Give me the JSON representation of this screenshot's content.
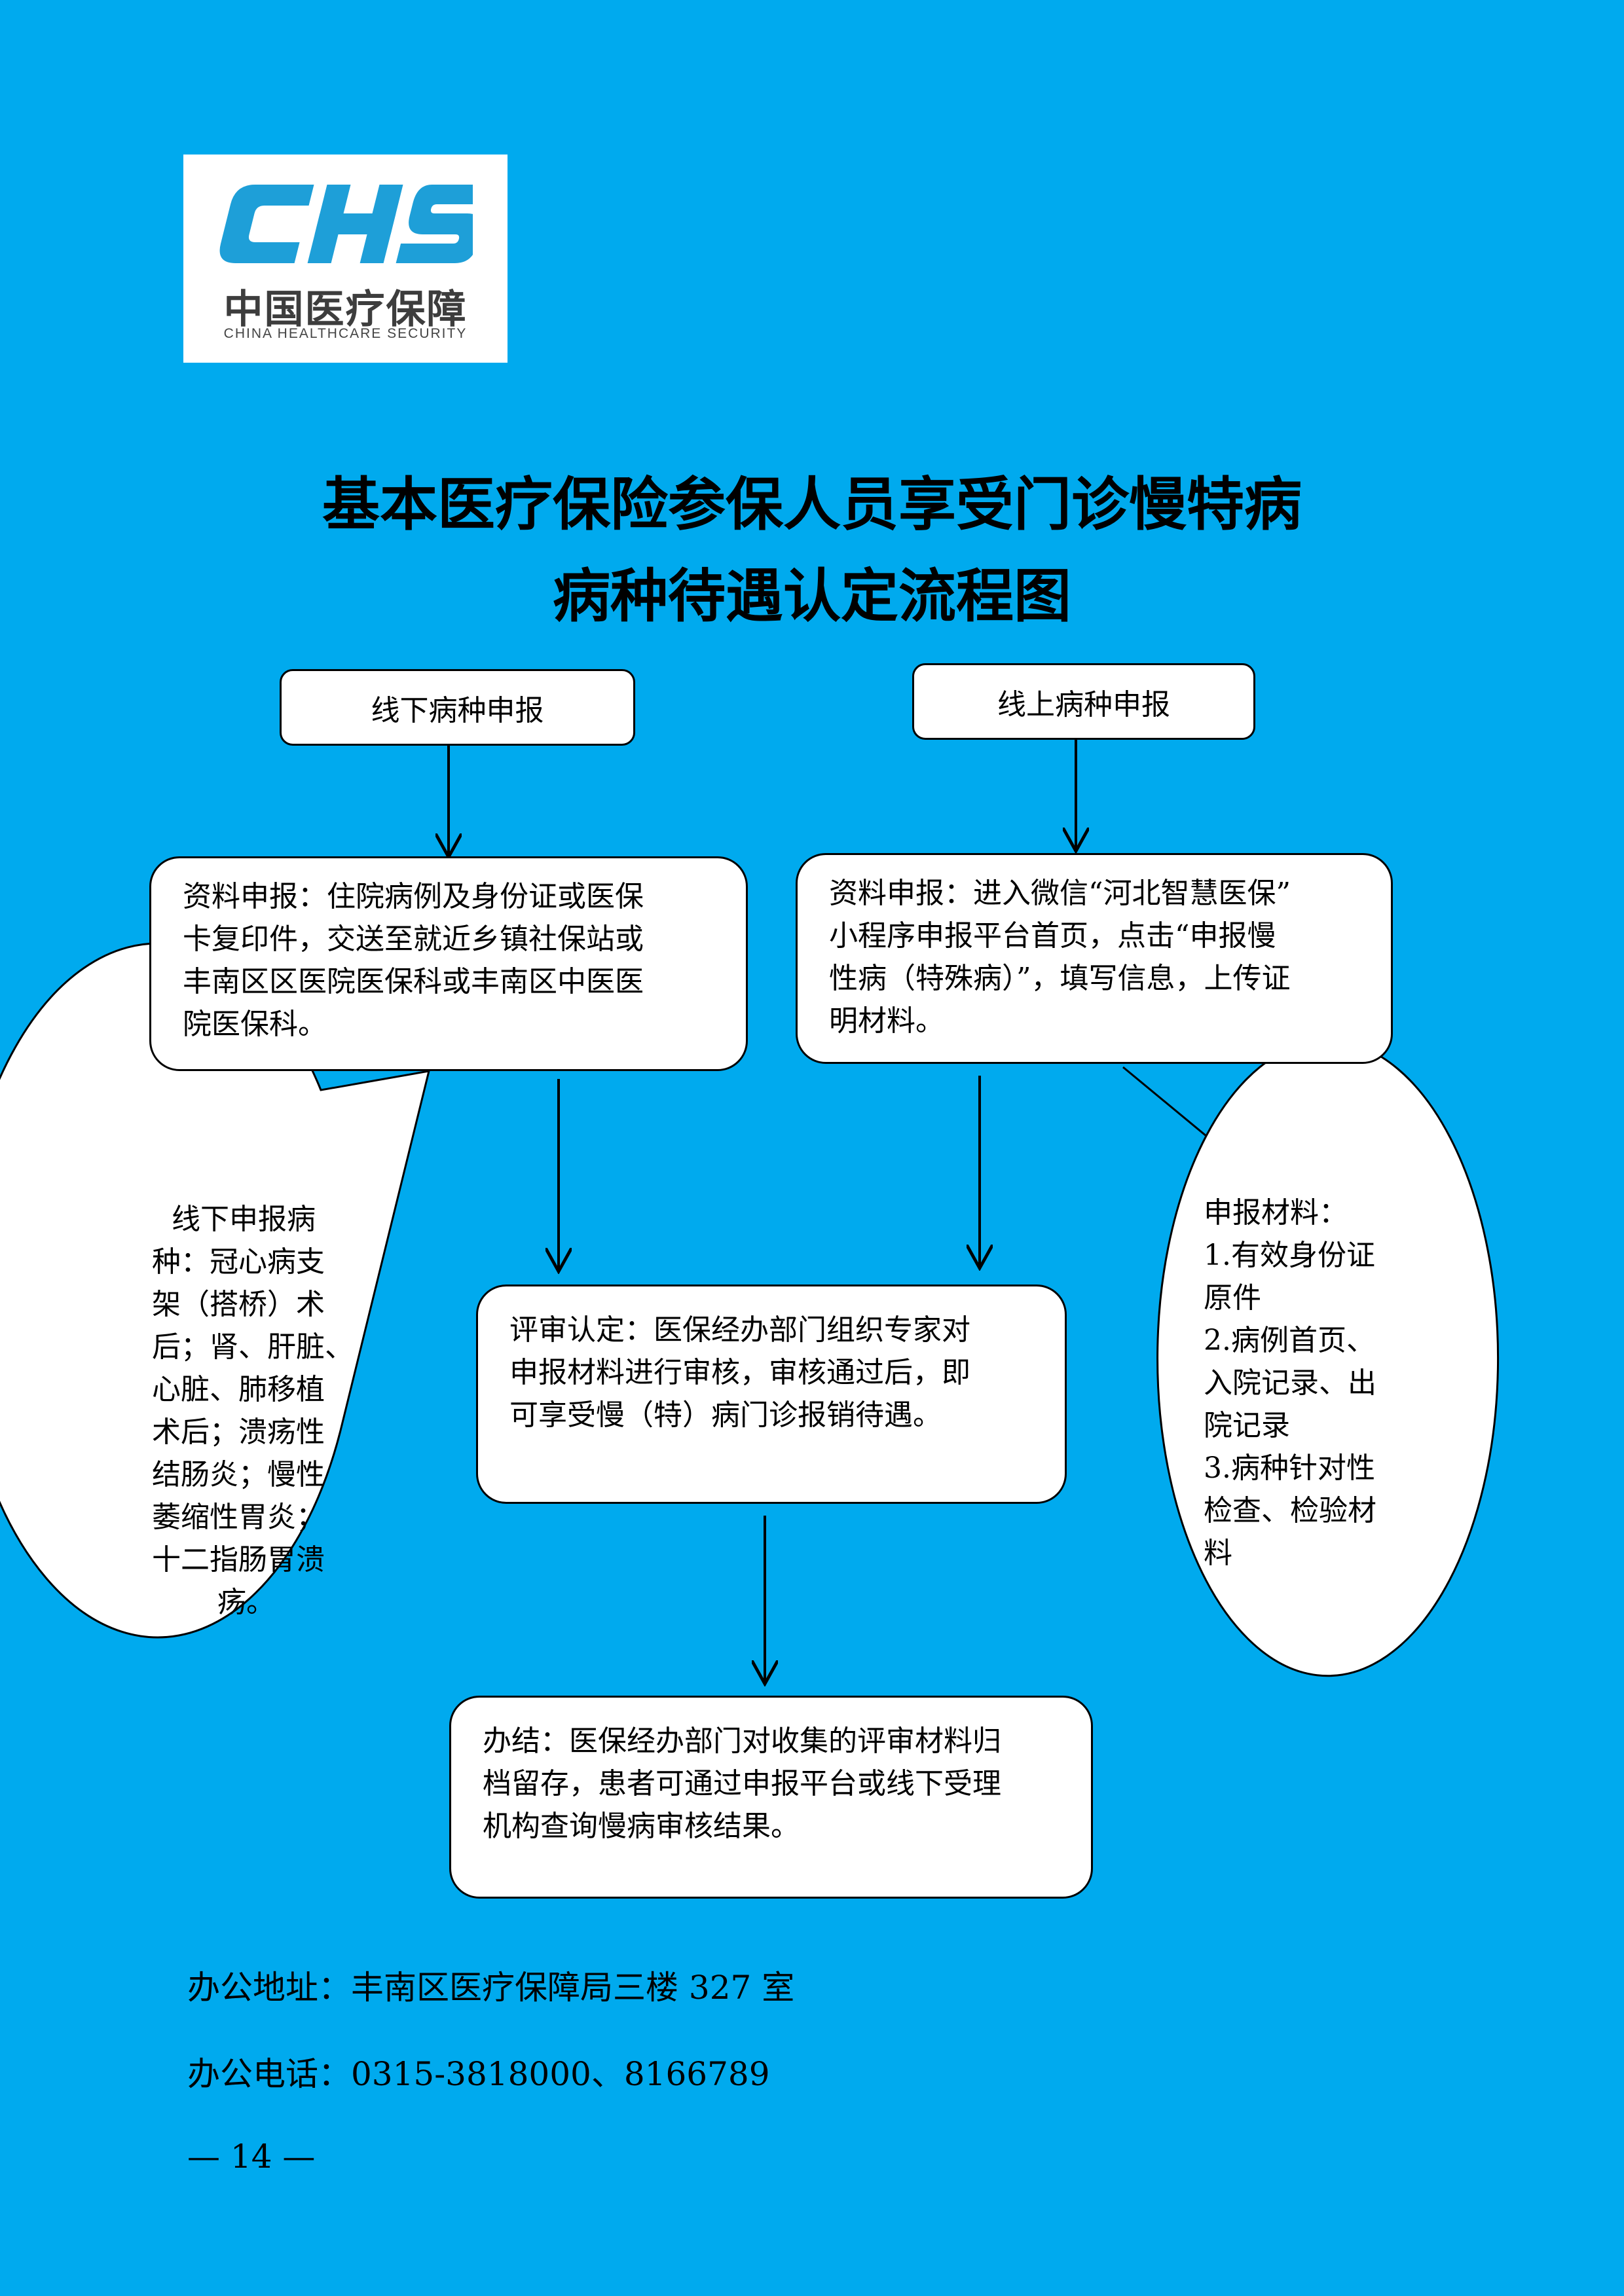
{
  "logo": {
    "mark_text": "CHS",
    "cn_name": "中国医疗保障",
    "en_name": "CHINA HEALTHCARE SECURITY"
  },
  "title": {
    "line1": "基本医疗保险参保人员享受门诊慢特病",
    "line2": "病种待遇认定流程图"
  },
  "flow": {
    "offline_header": "线下病种申报",
    "online_header": "线上病种申报",
    "offline_material": [
      "资料申报：住院病例及身份证或医保",
      "卡复印件，交送至就近乡镇社保站或",
      "丰南区区医院医保科或丰南区中医医",
      "院医保科。"
    ],
    "online_material": [
      "资料申报：进入微信“河北智慧医保”",
      "小程序申报平台首页，点击“申报慢",
      "性病（特殊病）”，填写信息，上传证",
      "明材料。"
    ],
    "review": [
      "评审认定：医保经办部门组织专家对",
      "申报材料进行审核，审核通过后，即",
      "可享受慢（特）病门诊报销待遇。"
    ],
    "finish": [
      "办结：医保经办部门对收集的评审材料归",
      "档留存，患者可通过申报平台或线下受理",
      "机构查询慢病审核结果。"
    ],
    "offline_diseases": [
      "线下申报病",
      "种：冠心病支",
      "架（搭桥）术",
      "后；肾、肝脏、",
      "心脏、肺移植",
      "术后；溃疡性",
      "结肠炎；慢性",
      "萎缩性胃炎；",
      "十二指肠胃溃",
      "疡。"
    ],
    "materials": [
      "申报材料：",
      "1.有效身份证",
      "原件",
      "2.病例首页、",
      "入院记录、出",
      "院记录",
      "3.病种针对性",
      "检查、检验材",
      "料"
    ]
  },
  "footer": {
    "address_label": "办公地址：",
    "address_value": "丰南区医疗保障局三楼 327 室",
    "phone_label": "办公电话：",
    "phone_value": "0315-3818000、8166789",
    "page_number": "— 14 —"
  },
  "colors": {
    "background": "#00aaee",
    "logo_blue": "#1e9fd8",
    "box_fill": "#ffffff",
    "line": "#000000"
  }
}
